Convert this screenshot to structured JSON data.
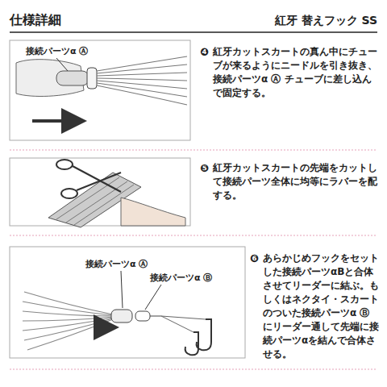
{
  "diagram": {
    "title": "仕様詳細",
    "labels": [
      "紅牙 替えフック SS",
      "接続パーツα Ⓐ",
      "❹",
      "紅牙カットスカートの真ん中にチューブが来るようにニードルを引き抜き、接続パーツα Ⓐ チューブに差し込んで固定する。",
      "❺",
      "紅牙カットスカートの先端をカットして接続パーツ全体に均等にラバーを配する。",
      "接続パーツα Ⓐ",
      "接続パーツα Ⓑ",
      "❻",
      "あらかじめフックをセットした接続パーツαBと合体させてリーダーに結ぶ。もしくはネクタイ・スカートのついた接続パーツα Ⓑ にリーダー通して先端に接続パーツαを結んで合体させる。"
    ]
  }
}
